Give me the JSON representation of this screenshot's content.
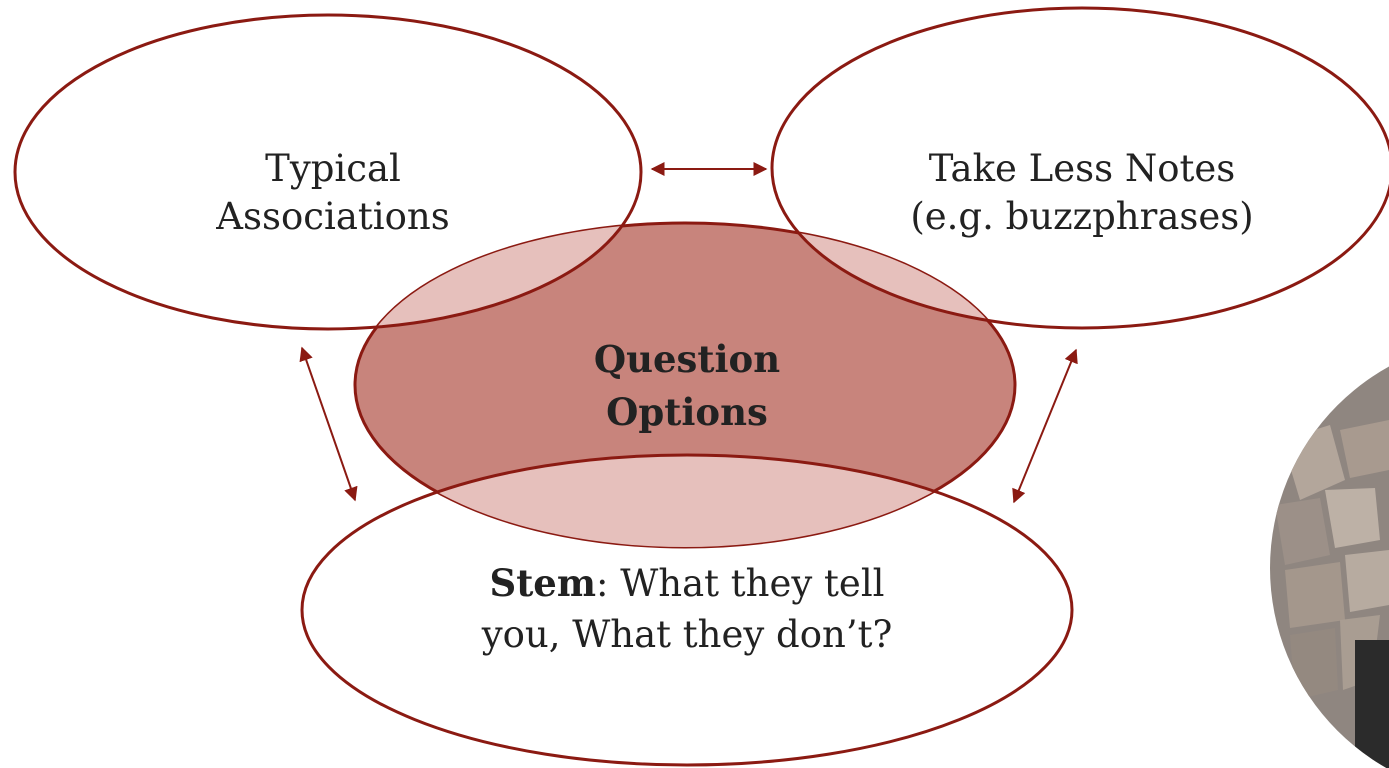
{
  "diagram": {
    "nodes": {
      "typical_associations": {
        "lines": [
          "Typical",
          "Associations"
        ]
      },
      "take_less_notes": {
        "lines": [
          "Take Less Notes",
          "(e.g. buzzphrases)"
        ]
      },
      "question_options": {
        "lines": [
          "Question",
          "Options"
        ]
      },
      "stem": {
        "bold": "Stem",
        "line1_rest": ": What they tell",
        "line2": "you, What they don’t?"
      }
    },
    "connections": [
      {
        "from": "typical_associations",
        "to": "take_less_notes",
        "style": "double-arrow"
      },
      {
        "from": "typical_associations",
        "to": "stem",
        "style": "double-arrow"
      },
      {
        "from": "take_less_notes",
        "to": "stem",
        "style": "double-arrow"
      }
    ],
    "colors": {
      "outline": "#8b1a12",
      "center_fill": "#c8847c",
      "overlap_fill": "#e6c0bc",
      "text": "#222222"
    }
  },
  "photo": {
    "subject": "stone-wall-photo-partial"
  }
}
